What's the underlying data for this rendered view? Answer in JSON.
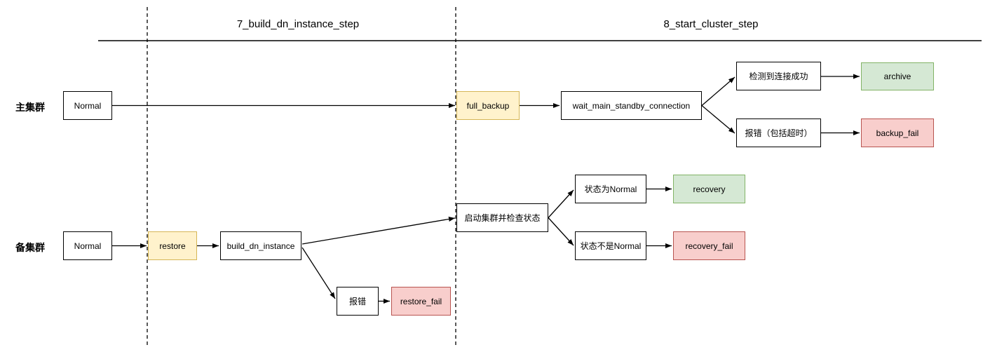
{
  "header": {
    "phase1": "7_build_dn_instance_step",
    "phase2": "8_start_cluster_step"
  },
  "lanes": {
    "main": "主集群",
    "standby": "备集群"
  },
  "nodes": {
    "main_normal": "Normal",
    "full_backup": "full_backup",
    "wait_main_standby_connection": "wait_main_standby_connection",
    "connection_detected": "检测到连接成功",
    "archive": "archive",
    "error_with_timeout": "报错（包括超时）",
    "backup_fail": "backup_fail",
    "standby_normal": "Normal",
    "restore": "restore",
    "build_dn_instance": "build_dn_instance",
    "start_cluster_and_check": "启动集群并检查状态",
    "status_is_normal": "状态为Normal",
    "recovery": "recovery",
    "status_not_normal": "状态不是Normal",
    "recovery_fail": "recovery_fail",
    "error": "报错",
    "restore_fail": "restore_fail"
  },
  "colors": {
    "process_fill": "#fff2cc",
    "process_border": "#d6b656",
    "success_fill": "#d5e8d4",
    "success_border": "#82b366",
    "fail_fill": "#f8cecc",
    "fail_border": "#b85450",
    "neutral_fill": "#ffffff",
    "neutral_border": "#000000",
    "line_color": "#000000"
  }
}
